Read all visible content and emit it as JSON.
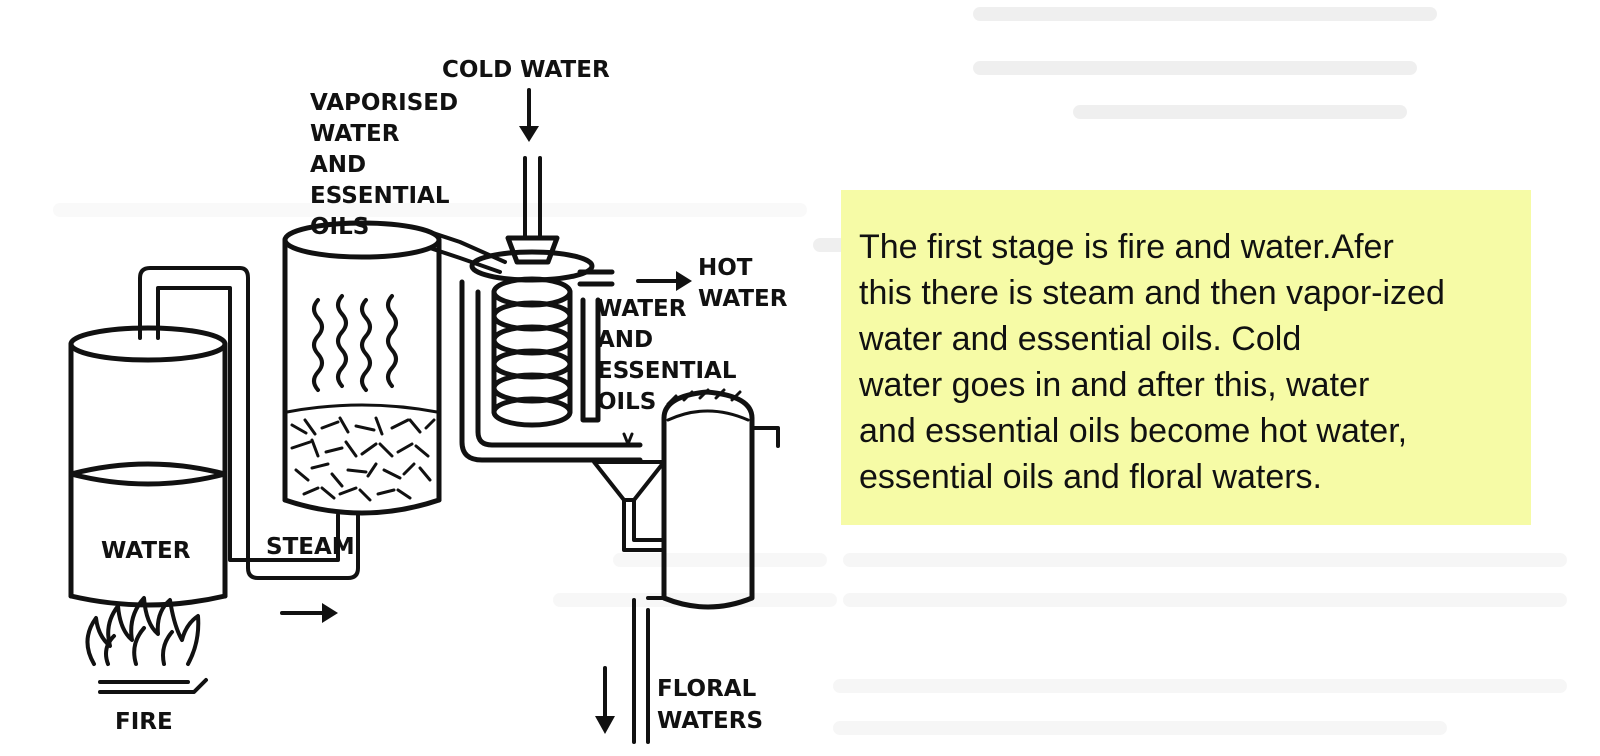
{
  "labels": {
    "cold_water": "COLD WATER",
    "vaporised": [
      "VAPORISED",
      "WATER",
      "AND",
      "ESSENTIAL",
      "OILS"
    ],
    "hot_water": [
      "HOT",
      "WATER"
    ],
    "water_essential_oils": [
      "WATER",
      "AND",
      "ESSENTIAL",
      "OILS"
    ],
    "water": "WATER",
    "steam": "STEAM",
    "fire": "FIRE",
    "floral_waters": [
      "FLORAL",
      "WATERS"
    ]
  },
  "explanation": {
    "lines": [
      "The first stage is fire and water.Afer",
      "this there is steam and then vapor-ized",
      "water and essential oils. Cold",
      "water goes in and after this, water",
      "and essential oils become hot water,",
      "essential oils and floral waters."
    ],
    "background": "#f6fba6"
  },
  "colors": {
    "ink": "#111111",
    "ghost_text": "#e4e4e4",
    "paper": "#ffffff"
  }
}
